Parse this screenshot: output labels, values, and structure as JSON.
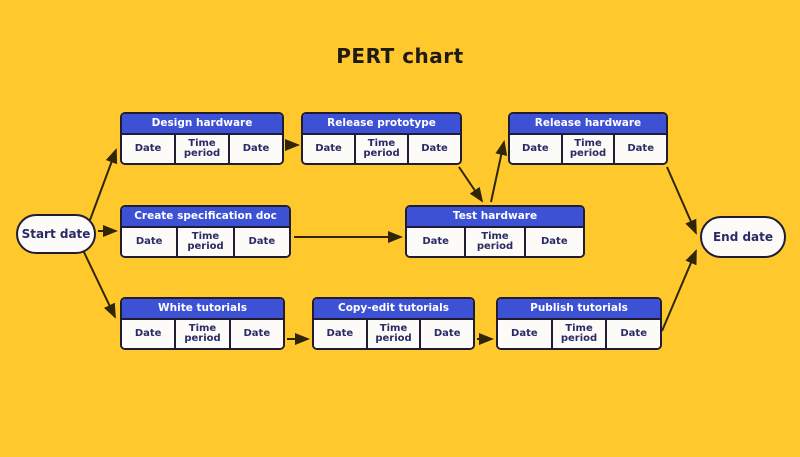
{
  "title": "PERT chart",
  "start_node": {
    "label": "Start date"
  },
  "end_node": {
    "label": "End date"
  },
  "tasks": [
    {
      "label": "Design hardware",
      "cells": [
        "Date",
        "Time period",
        "Date"
      ]
    },
    {
      "label": "Release prototype",
      "cells": [
        "Date",
        "Time period",
        "Date"
      ]
    },
    {
      "label": "Release hardware",
      "cells": [
        "Date",
        "Time period",
        "Date"
      ]
    },
    {
      "label": "Create specification doc",
      "cells": [
        "Date",
        "Time period",
        "Date"
      ]
    },
    {
      "label": "Test hardware",
      "cells": [
        "Date",
        "Time period",
        "Date"
      ]
    },
    {
      "label": "White tutorials",
      "cells": [
        "Date",
        "Time period",
        "Date"
      ]
    },
    {
      "label": "Copy-edit tutorials",
      "cells": [
        "Date",
        "Time period",
        "Date"
      ]
    },
    {
      "label": "Publish tutorials",
      "cells": [
        "Date",
        "Time period",
        "Date"
      ]
    }
  ],
  "edges": [
    {
      "from": "Start date",
      "to": "Design hardware"
    },
    {
      "from": "Start date",
      "to": "Create specification doc"
    },
    {
      "from": "Start date",
      "to": "White tutorials"
    },
    {
      "from": "Design hardware",
      "to": "Release prototype"
    },
    {
      "from": "Release prototype",
      "to": "Test hardware"
    },
    {
      "from": "Test hardware",
      "to": "Release hardware"
    },
    {
      "from": "Create specification doc",
      "to": "Test hardware"
    },
    {
      "from": "White tutorials",
      "to": "Copy-edit tutorials"
    },
    {
      "from": "Copy-edit tutorials",
      "to": "Publish tutorials"
    },
    {
      "from": "Release hardware",
      "to": "End date"
    },
    {
      "from": "Publish tutorials",
      "to": "End date"
    }
  ],
  "colors": {
    "background": "#FFC92E",
    "node_header_blue": "#3D51D4",
    "node_border": "#201C36",
    "cell_text": "#2B2A66",
    "header_text": "#FFFFFF",
    "arrow": "#302605",
    "title_text": "#1F1A14"
  }
}
